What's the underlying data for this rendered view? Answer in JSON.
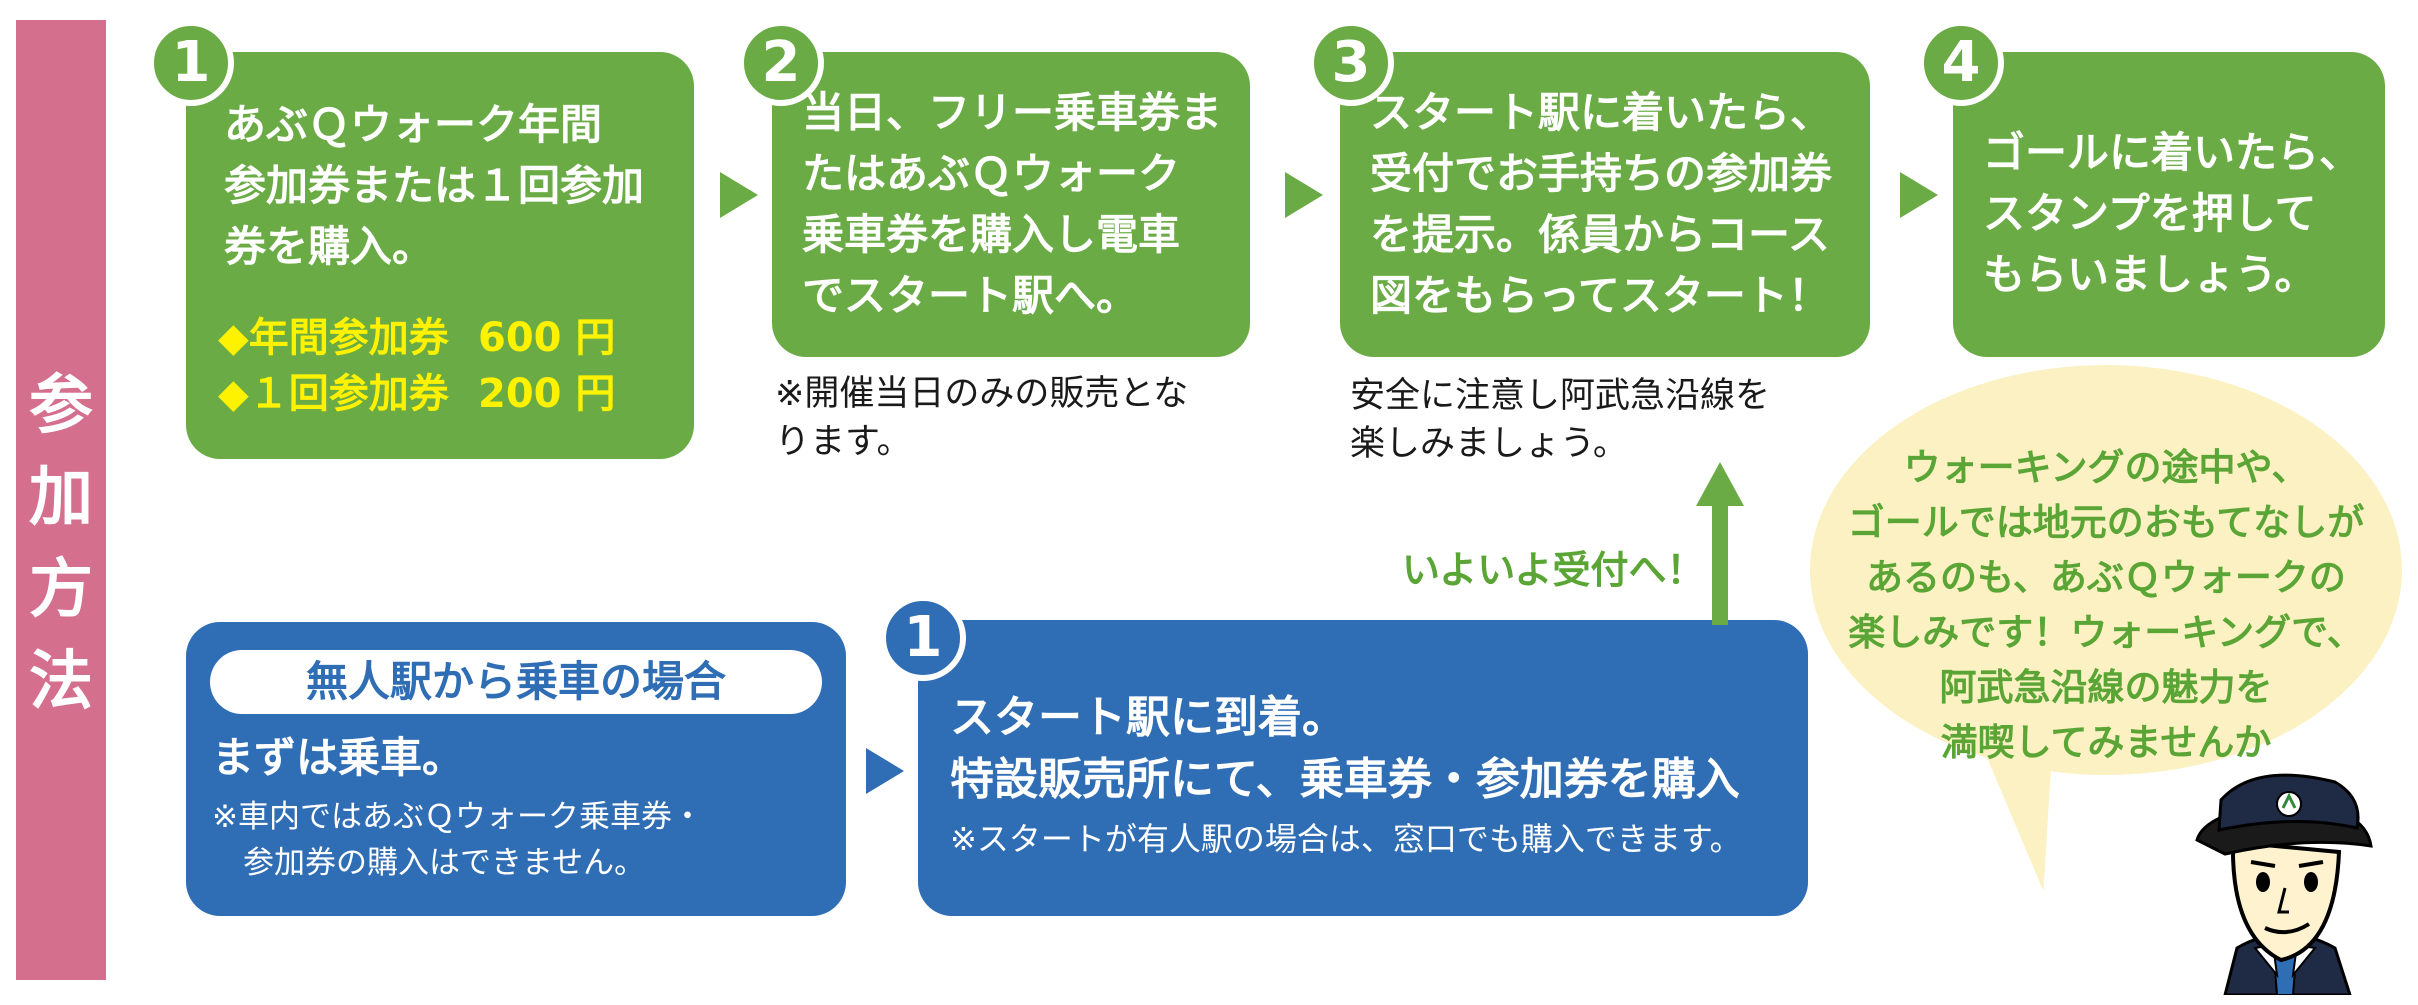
{
  "side_label": "参加方法",
  "steps": [
    {
      "number": "1",
      "text": "あぶＱウォーク年間\n参加券または１回参加\n券を購入。"
    },
    {
      "number": "2",
      "text": "当日、フリー乗車券ま\nたはあぶＱウォーク\n乗車券を購入し電車\nでスタート駅へ。"
    },
    {
      "number": "3",
      "text": "スタート駅に着いたら、\n受付でお手持ちの参加券\nを提示。係員からコース\n図をもらってスタート！"
    },
    {
      "number": "4",
      "text": "ゴールに着いたら、\nスタンプを押して\nもらいましょう。"
    }
  ],
  "prices": [
    {
      "label": "◆年間参加券",
      "value": "600 円"
    },
    {
      "label": "◆１回参加券",
      "value": "200 円"
    }
  ],
  "notes": {
    "step2": "※開催当日のみの販売とな\nります。",
    "step3": "安全に注意し阿武急沿線を\n楽しみましょう。"
  },
  "unmanned": {
    "header": "無人駅から乗車の場合",
    "title": "まずは乗車。",
    "note": "※車内ではあぶＱウォーク乗車券・\n　参加券の購入はできません。"
  },
  "start_station": {
    "number": "1",
    "line1": "スタート駅に到着。",
    "line2": "特設販売所にて、乗車券・参加券を購入",
    "note": "※スタートが有人駅の場合は、窓口でも購入できます。"
  },
  "callout": "いよいよ受付へ！",
  "bubble_text": "ウォーキングの途中や、\nゴールでは地元のおもてなしが\nあるのも、あぶＱウォークの\n楽しみです！ウォーキングで、\n阿武急沿線の魅力を\n満喫してみませんか",
  "colors": {
    "green": "#6aab45",
    "blue": "#2f6db4",
    "pink": "#d46f8e",
    "yellow_text": "#fff200",
    "bubble": "#fbf1c2"
  }
}
